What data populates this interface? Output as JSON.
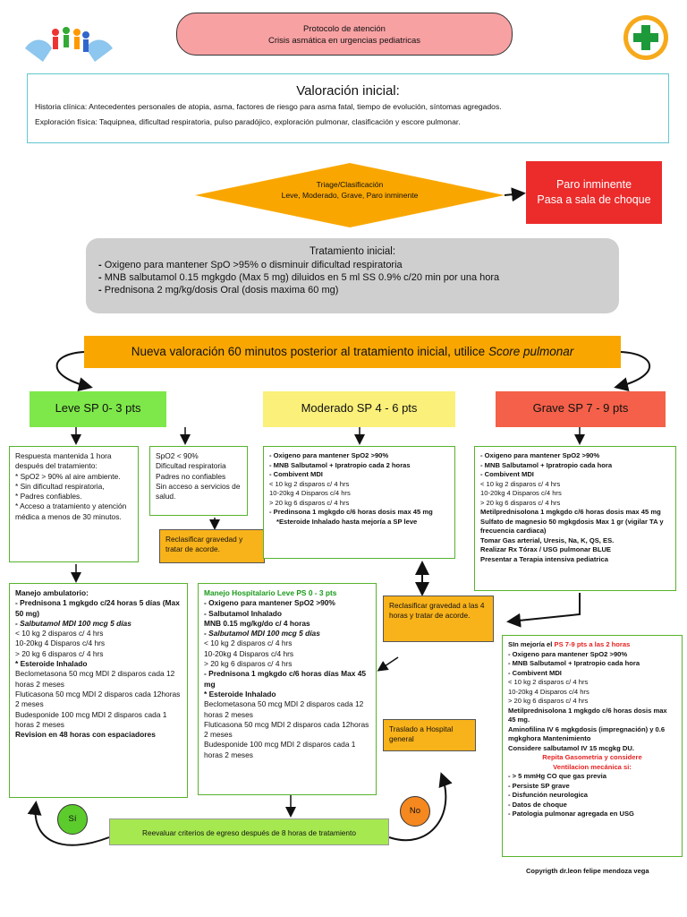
{
  "header": {
    "title_line1": "Protocolo de atención",
    "title_line2": "Crisis asmática en urgencias pediatricas"
  },
  "valoracion": {
    "title": "Valoración inicial:",
    "historia": "Historia clínica: Antecedentes personales de atopia, asma, factores de riesgo para asma fatal, tiempo de evolución, síntomas agregados.",
    "exploracion": "Exploración física: Taquipnea, dificultad respiratoria, pulso paradójico, exploración pulmonar, clasificación y escore pulmonar."
  },
  "triage": {
    "line1": "Triage/Clasificación",
    "line2": "Leve, Moderado, Grave, Paro inminente"
  },
  "paro": {
    "line1": "Paro inminente",
    "line2": "Pasa a sala de choque"
  },
  "tratamiento_inicial": {
    "title": "Tratamiento inicial:",
    "items": [
      "Oxigeno para mantener SpO >95% o disminuir dificultad respiratoria",
      "MNB salbutamol 0.15 mgkgdo (Max 5 mg) diluidos en 5 ml SS 0.9% c/20 min por una hora",
      "Prednisona 2 mg/kg/dosis Oral (dosis maxima 60 mg)"
    ]
  },
  "nueva_valoracion": {
    "text": "Nueva valoración 60 minutos posterior al tratamiento inicial, utilice ",
    "emphasis": "Score pulmonar"
  },
  "severity": {
    "leve": "Leve SP 0- 3 pts",
    "moderado": "Moderado SP 4 - 6 pts",
    "grave": "Grave SP 7 - 9 pts"
  },
  "leve_respuesta": {
    "intro": "Respuesta mantenida 1 hora después del tratamiento:",
    "items": [
      "SpO2 > 90% al aire ambiente.",
      "Sin dificultad respiratoria,",
      "Padres confiables.",
      "Acceso a tratamiento y atención médica a menos de 30 minutos."
    ]
  },
  "leve_sin_respuesta": {
    "items": [
      "SpO2 < 90%",
      "Dificultad respiratoria",
      "Padres no confiables",
      "Sin acceso a servicios de salud."
    ]
  },
  "reclasificar_1": "Reclasificar gravedad y tratar de acorde.",
  "moderado_tx": {
    "items": [
      "Oxigeno para mantener SpO2 >90%",
      "MNB Salbutamol + Ipratropio cada 2 horas",
      "Combivent MDI"
    ],
    "dosis": [
      "< 10 kg 2 disparos c/ 4 hrs",
      "10-20kg 4 Disparos c/4 hrs",
      "> 20 kg 6 disparos c/ 4 hrs"
    ],
    "prednisona": "Predinsona 1 mgkgdo c/6 horas dosis  max 45 mg",
    "esteroide": "*Esteroide Inhalado hasta mejoría a SP leve"
  },
  "grave_tx": {
    "items": [
      "Oxigeno para mantener SpO2 >90%",
      "MNB Salbutamol + Ipratropio cada hora",
      "Combivent MDI"
    ],
    "dosis": [
      "< 10 kg 2 disparos c/ 4 hrs",
      "10-20kg 4 Disparos c/4 hrs",
      "> 20 kg 6 disparos c/ 4 hrs"
    ],
    "metil": "Metilprednisolona 1 mgkgdo c/6 horas dosis  max 45 mg",
    "magnesio": "Sulfato de magnesio 50 mgkgdosis Max 1 gr (vigilar TA y frecuencia cardiaca)",
    "gases": "Tomar Gas arterial, Uresis, Na, K, QS, ES.",
    "rx": "Realizar Rx Tórax / USG pulmonar BLUE",
    "uti": "Presentar a Terapia intensiva pediatrica"
  },
  "manejo_ambulatorio": {
    "title": "Manejo ambulatorio:",
    "prednisona": "Prednisona 1 mgkgdo c/24 horas 5 días (Max 50 mg)",
    "salbutamol": "Salbutamol MDI 100 mcg 5 días",
    "dosis": [
      "< 10 kg 2 disparos c/ 4 hrs",
      "10-20kg 4 Disparos c/4 hrs",
      "> 20 kg 6 disparos c/ 4 hrs"
    ],
    "esteroide": "Esteroide Inhalado",
    "beclo": "Beclometasona 50 mcg MDI 2 disparos cada 12 horas 2 meses",
    "fluti": "Fluticasona 50 mcg MDI 2 disparos cada 12horas 2 meses",
    "budes": "Budesponide 100 mcg MDI 2 disparos cada 1 horas 2 meses",
    "revision": "Revision en 48 horas con espaciadores"
  },
  "manejo_hospitalario": {
    "title": "Manejo Hospitalario Leve PS  0 - 3 pts",
    "oxigeno": "Oxigeno para mantener SpO2 >90%",
    "salb_inh": "Salbutamol Inhalado",
    "mnb": "MNB 0.15 mg/kg/do c/ 4 horas",
    "salb_mdi": "Salbutamol MDI 100 mcg 5 días",
    "dosis": [
      "< 10 kg 2 disparos c/ 4 hrs",
      "10-20kg 4 Disparos c/4 hrs",
      "> 20 kg 6 disparos c/ 4 hrs"
    ],
    "prednisona": "Prednisona 1 mgkgdo c/6 horas días Max 45 mg",
    "esteroide": "Esteroide Inhalado",
    "beclo": "Beclometasona 50 mcg MDI 2 disparos cada 12 horas 2 meses",
    "fluti": "Fluticasona 50 mcg MDI 2 disparos cada 12horas 2 meses",
    "budes": "Budesponide 100 mcg MDI 2 disparos cada 1 horas 2 meses"
  },
  "reclasificar_2": "Reclasificar gravedad a las 4 horas  y tratar de acorde.",
  "traslado": "Traslado a Hospital general",
  "sin_mejoria": {
    "title_prefix": "SIn mejoría el ",
    "title_emph": "PS 7-9 pts a las 2 horas",
    "items": [
      "Oxigeno para mantener SpO2 >90%",
      "MNB Salbutamol + Ipratropio cada hora",
      "Combivent MDI"
    ],
    "dosis": [
      "< 10 kg 2 disparos c/ 4 hrs",
      "10-20kg 4 Disparos c/4 hrs",
      "> 20 kg 6 disparos c/ 4 hrs"
    ],
    "metil": "Metilprednisolona 1 mgkgdo c/6 horas dosis max 45 mg.",
    "aminofilina": "Aminofilina IV 6 mgkgdosis (impregnación) y 0.6 mgkghora Mantenimiento",
    "considere": "Considere salbutamol IV 15 mcgkg  DU.",
    "repita1": "Repita Gasometria y considere",
    "repita2": "Ventilacion mecánica si:",
    "vm_items": [
      "> 5 mmHg CO que gas previa",
      "Persiste SP grave",
      "Disfunción neurologica",
      "Datos de choque",
      "Patologia pulmonar agregada en USG"
    ]
  },
  "reevaluar": "Reevaluar criterios de egreso después de 8 horas de tratamiento",
  "si": "Sí",
  "no": "No",
  "copyright": "Copyrigth dr.leon felipe mendoza vega",
  "colors": {
    "title_pink": "#f8a1a3",
    "triage_orange": "#f9a700",
    "paro_red": "#ec2b2b",
    "leve_green": "#7ee84a",
    "moderado_yellow": "#faf07a",
    "grave_red": "#f46049"
  }
}
